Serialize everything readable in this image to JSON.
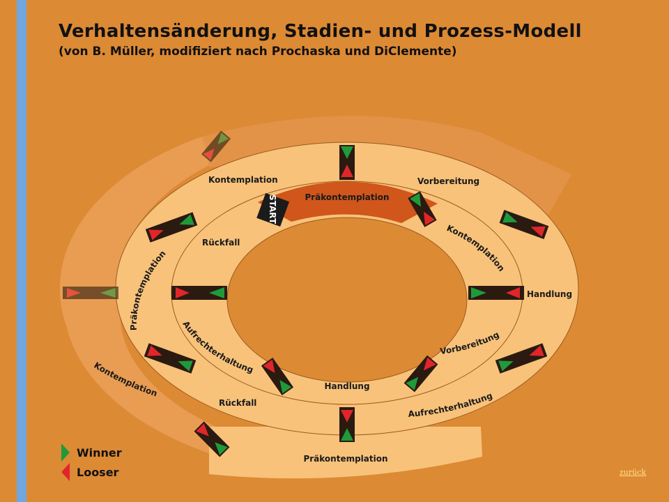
{
  "header": {
    "title": "Verhaltensänderung, Stadien- und Prozess-Modell",
    "subtitle": "(von B. Müller, modifiziert nach Prochaska und DiClemente)"
  },
  "diagram": {
    "start_label": "START",
    "inner_ring": {
      "top": "Präkontemplation",
      "upper_right": "Kontemplation",
      "lower_right": "Vorbereitung",
      "bottom": "Handlung",
      "lower_left": "Aufrechterhaltung",
      "upper_left": "Rückfall"
    },
    "outer_ring": {
      "top_left": "Kontemplation",
      "top_right": "Vorbereitung",
      "right": "Handlung",
      "lower_right": "Aufrechterhaltung",
      "bottom": "Rückfall",
      "left": "Präkontemplation"
    },
    "extension_ring": {
      "left": "Kontemplation",
      "bottom": "Präkontemplation"
    }
  },
  "legend": {
    "winner": "Winner",
    "looser": "Looser"
  },
  "nav": {
    "back_label": "zurück"
  },
  "colors": {
    "background": "#dd8a35",
    "ring": "#f8c27a",
    "highlight_segment": "#d0561b",
    "winner": "#1f9a3b",
    "looser": "#e0262b",
    "sidebar_stripe": "#6fa7de"
  }
}
